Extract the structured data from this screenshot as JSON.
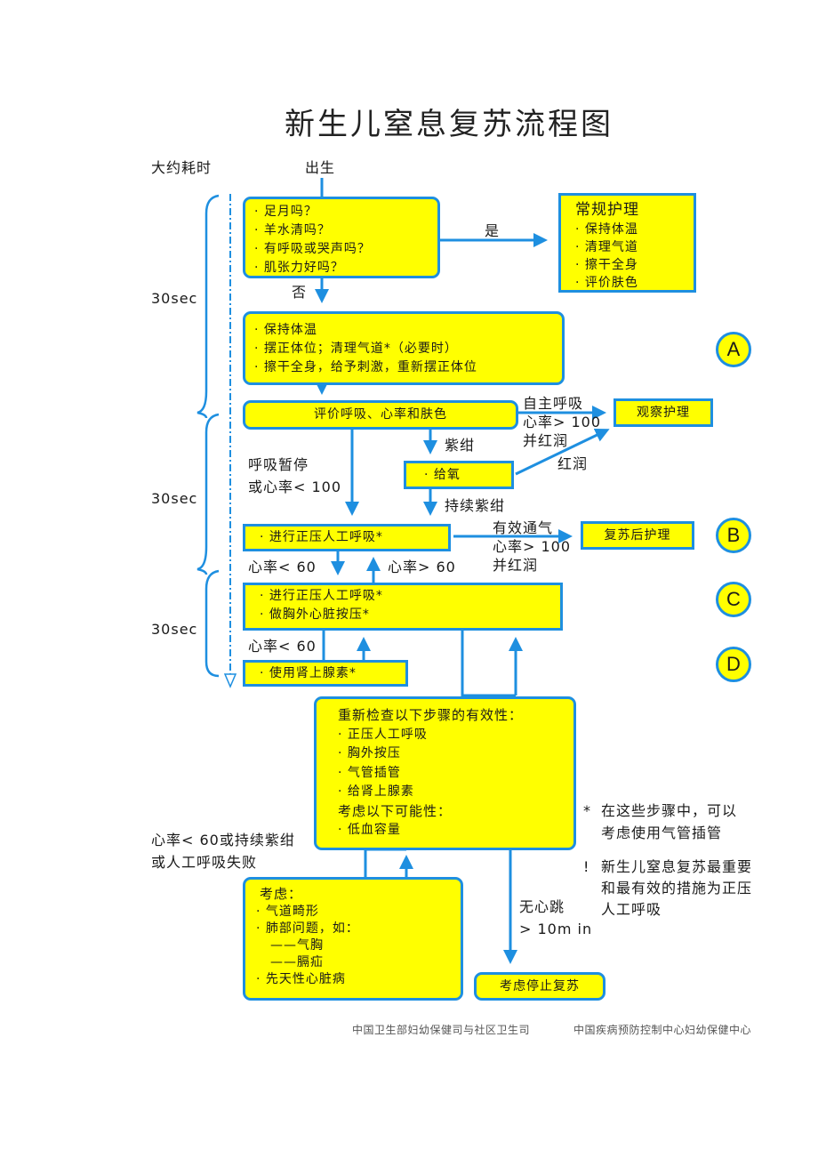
{
  "title": "新生儿窒息复苏流程图",
  "time_header": "大约耗时",
  "start_label": "出生",
  "time_segments": [
    "30sec",
    "30sec",
    "30sec"
  ],
  "colors": {
    "box_fill": "#ffff00",
    "line_blue": "#1e8fe0"
  },
  "boxes": {
    "initial_questions": [
      "· 足月吗？",
      "· 羊水清吗？",
      "· 有呼吸或哭声吗？",
      "· 肌张力好吗？"
    ],
    "routine_care": {
      "heading": "常规护理",
      "items": [
        "· 保持体温",
        "· 清理气道",
        "· 擦干全身",
        "· 评价肤色"
      ]
    },
    "initial_steps": [
      "· 保持体温",
      "· 摆正体位；清理气道*（必要时）",
      "· 擦干全身，给予刺激，重新摆正体位"
    ],
    "evaluate": "评价呼吸、心率和肤色",
    "observation_care": "观察护理",
    "oxygen": "· 给氧",
    "ppv": "· 进行正压人工呼吸*",
    "post_resus_care": "复苏后护理",
    "ppv_cpr": [
      "· 进行正压人工呼吸*",
      "· 做胸外心脏按压*"
    ],
    "epinephrine": "· 使用肾上腺素*",
    "recheck": {
      "heading": "重新检查以下步骤的有效性：",
      "items": [
        "· 正压人工呼吸",
        "· 胸外按压",
        "· 气管插管",
        "· 给肾上腺素"
      ],
      "heading2": "考虑以下可能性：",
      "items2": [
        "· 低血容量"
      ]
    },
    "consider": {
      "heading": "考虑：",
      "items": [
        "· 气道畸形",
        "· 肺部问题，如：",
        "——气胸",
        "——膈疝",
        "· 先天性心脏病"
      ]
    },
    "stop_resus": "考虑停止复苏"
  },
  "edge_labels": {
    "yes": "是",
    "no": "否",
    "spontaneous": [
      "自主呼吸",
      "心率> 100",
      "并红润"
    ],
    "cyanosis": "紫绀",
    "pink": "红润",
    "apnea": [
      "呼吸暂停",
      "或心率< 100"
    ],
    "persistent_cyanosis": "持续紫绀",
    "effective_vent": [
      "有效通气",
      "心率> 100",
      "并红润"
    ],
    "hr_lt_60_a": "心率< 60",
    "hr_gt_60": "心率> 60",
    "hr_lt_60_b": "心率< 60",
    "failure": [
      "心率< 60或持续紫绀",
      "或人工呼吸失败"
    ],
    "no_heartbeat": [
      "无心跳",
      "> 10m in"
    ]
  },
  "stage_markers": [
    "A",
    "B",
    "C",
    "D"
  ],
  "notes": [
    {
      "symbol": "*",
      "lines": [
        "在这些步骤中，可以",
        "考虑使用气管插管"
      ]
    },
    {
      "symbol": "!",
      "lines": [
        "新生儿窒息复苏最重要",
        "和最有效的措施为正压",
        "人工呼吸"
      ]
    }
  ],
  "footer": [
    "中国卫生部妇幼保健司与社区卫生司",
    "中国疾病预防控制中心妇幼保健中心"
  ]
}
